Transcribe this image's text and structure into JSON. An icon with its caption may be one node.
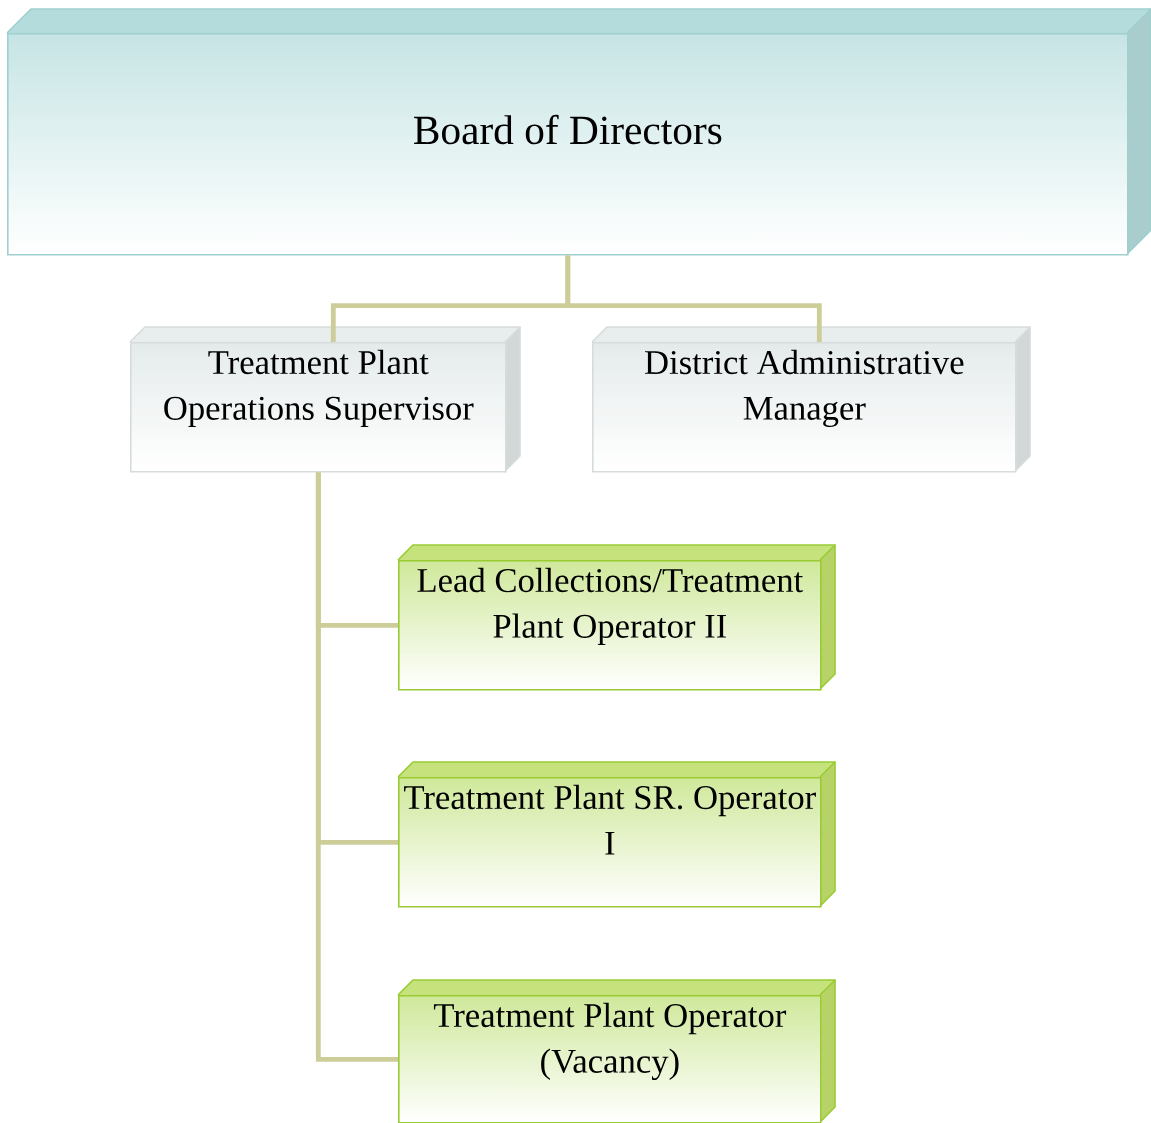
{
  "diagram": {
    "nodes": [
      {
        "text": [
          "Board of Directors"
        ]
      },
      {
        "text": [
          "Treatment Plant Operations Supervisor"
        ]
      },
      {
        "text": [
          "District Administrative Manager"
        ]
      },
      {
        "text": [
          "Lead Collections/Treatment Plant Operator II"
        ]
      },
      {
        "text": [
          "Treatment Plant SR. Operator I"
        ]
      },
      {
        "text": [
          "Treatment Plant Operator (Vacancy)"
        ]
      }
    ],
    "edges": [
      {
        "from": 0,
        "to": 1,
        "arrow": "none"
      },
      {
        "from": 0,
        "to": 2,
        "arrow": "none"
      },
      {
        "from": 1,
        "to": 3,
        "arrow": "none"
      },
      {
        "from": 1,
        "to": 4,
        "arrow": "none"
      },
      {
        "from": 1,
        "to": 5,
        "arrow": "none"
      }
    ]
  }
}
